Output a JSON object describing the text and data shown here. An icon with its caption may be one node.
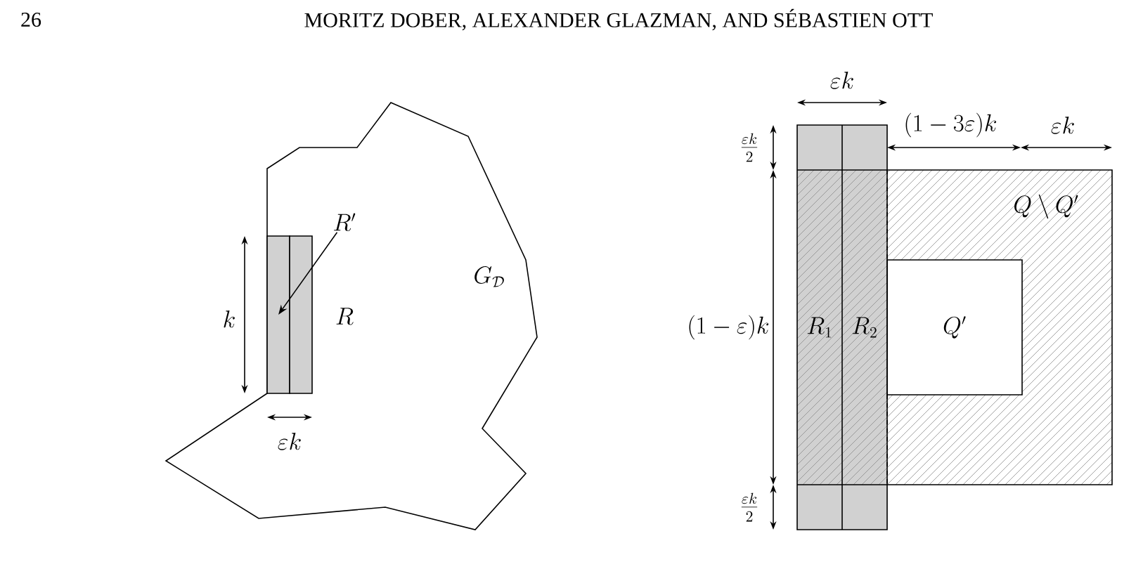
{
  "diagram": {
    "nodes": [
      {
        "text": [
          "R'"
        ]
      },
      {
        "text": [],
        "shape": "box"
      },
      {
        "text": [],
        "shape": "box"
      }
    ],
    "edges": [
      {
        "from": 0,
        "to": 1,
        "arrow": "to"
      }
    ],
    "labels": [
      "26",
      "MORITZ DOBER, ALEXANDER GLAZMAN, AND SÉBASTIEN OTT",
      "k",
      "R",
      "\\varepsilon k",
      "G_{\\mathcal{D}}",
      "\\varepsilon k",
      "(1-3\\varepsilon)k",
      "\\varepsilon k",
      "\\frac{\\varepsilon k}{2}",
      "(1-\\varepsilon)k",
      "\\frac{\\varepsilon k}{2}",
      "R_1",
      "R_2",
      "Q'",
      "Q\\setminus Q'"
    ]
  }
}
